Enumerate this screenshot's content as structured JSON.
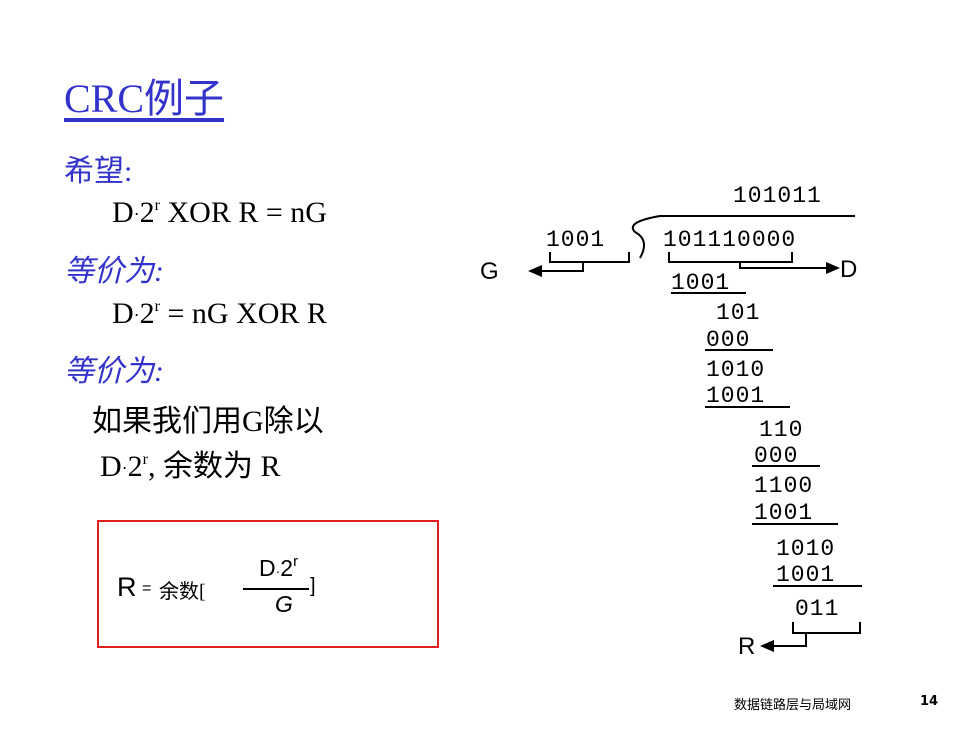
{
  "slide": {
    "title": "CRC例子",
    "page_number": "14",
    "footer_text": "数据链路层与局域网"
  },
  "body": {
    "hope_label": "希望:",
    "eq1_lhs": "D",
    "eq1_dot": "·",
    "eq1_two": "2",
    "eq1_exp": "r",
    "eq1_rest": " XOR R = nG",
    "equiv1": "等价为:",
    "eq2_lhs": "D",
    "eq2_dot": "·",
    "eq2_two": "2",
    "eq2_exp": "r",
    "eq2_rest": " = nG XOR R",
    "equiv2": "等价为:",
    "desc_line1": "如果我们用G除以",
    "desc_line2_a": "D",
    "desc_line2_dot": "·",
    "desc_line2_b": "2",
    "desc_line2_exp": "r",
    "desc_line2_c": ", 余数为 R"
  },
  "formula": {
    "r_symbol": "R",
    "equals": "=",
    "word": "余数[",
    "numerator_d": "D",
    "numerator_dot": "·",
    "numerator_two": "2",
    "numerator_exp": "r",
    "denominator": "G",
    "close_bracket": "]"
  },
  "division": {
    "quotient": "101011",
    "divisor": "1001",
    "dividend": "101110000",
    "label_g": "G",
    "label_d": "D",
    "label_r": "R",
    "steps": [
      "1001",
      "101",
      "000",
      "1010",
      "1001",
      "110",
      "000",
      "1100",
      "1001",
      "1010",
      "1001",
      "011"
    ]
  }
}
